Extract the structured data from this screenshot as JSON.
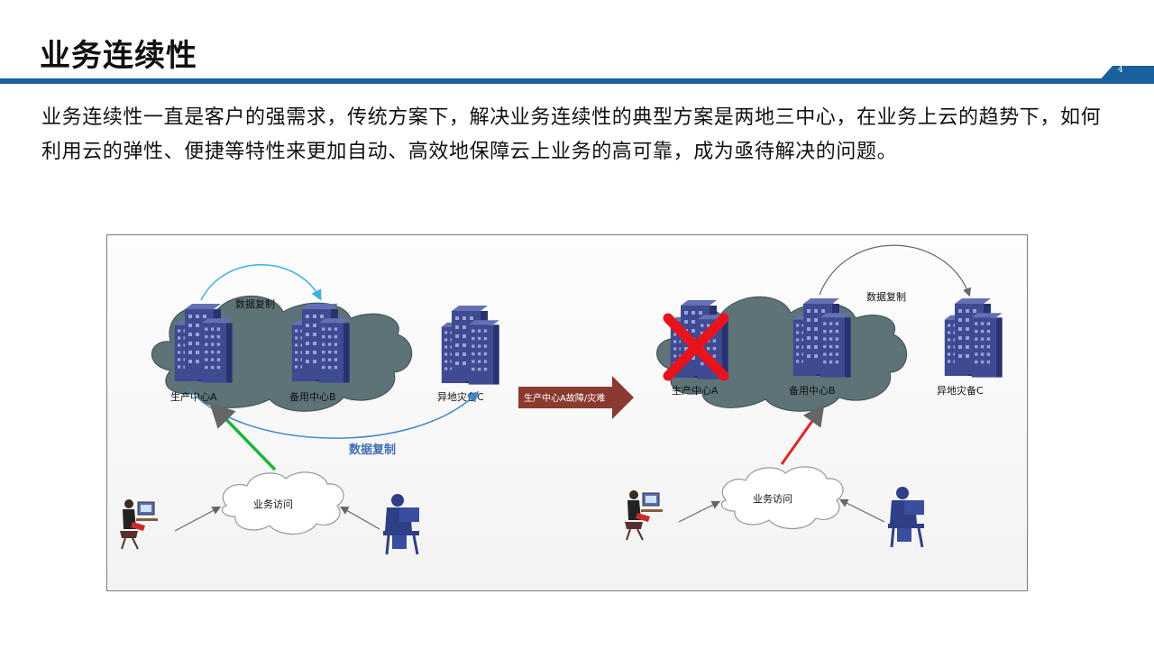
{
  "page": {
    "title": "业务连续性",
    "page_number": "4",
    "paragraph": "业务连续性一直是客户的强需求，传统方案下，解决业务连续性的典型方案是两地三中心，在业务上云的趋势下，如何利用云的弹性、便捷等特性来更加自动、高效地保障云上业务的高可靠，成为亟待解决的问题。"
  },
  "diagram": {
    "left": {
      "center_a": "生产中心A",
      "center_b": "备用中心B",
      "center_c": "异地灾备C",
      "replication_top": "数据复制",
      "replication_bottom": "数据复制",
      "access": "业务访问"
    },
    "transition_arrow": "生产中心A故障/灾难",
    "right": {
      "center_a": "生产中心A",
      "center_b": "备用中心B",
      "center_c": "异地灾备C",
      "replication_top": "数据复制",
      "access": "业务访问"
    },
    "colors": {
      "accent_blue": "#1a5f9e",
      "cloud": "#5d7378",
      "building": "#3e4a92",
      "fail_cross": "#e8141d",
      "transition": "#8b3a2f",
      "green_arrow": "#1db33a",
      "red_arrow": "#e32424"
    }
  }
}
